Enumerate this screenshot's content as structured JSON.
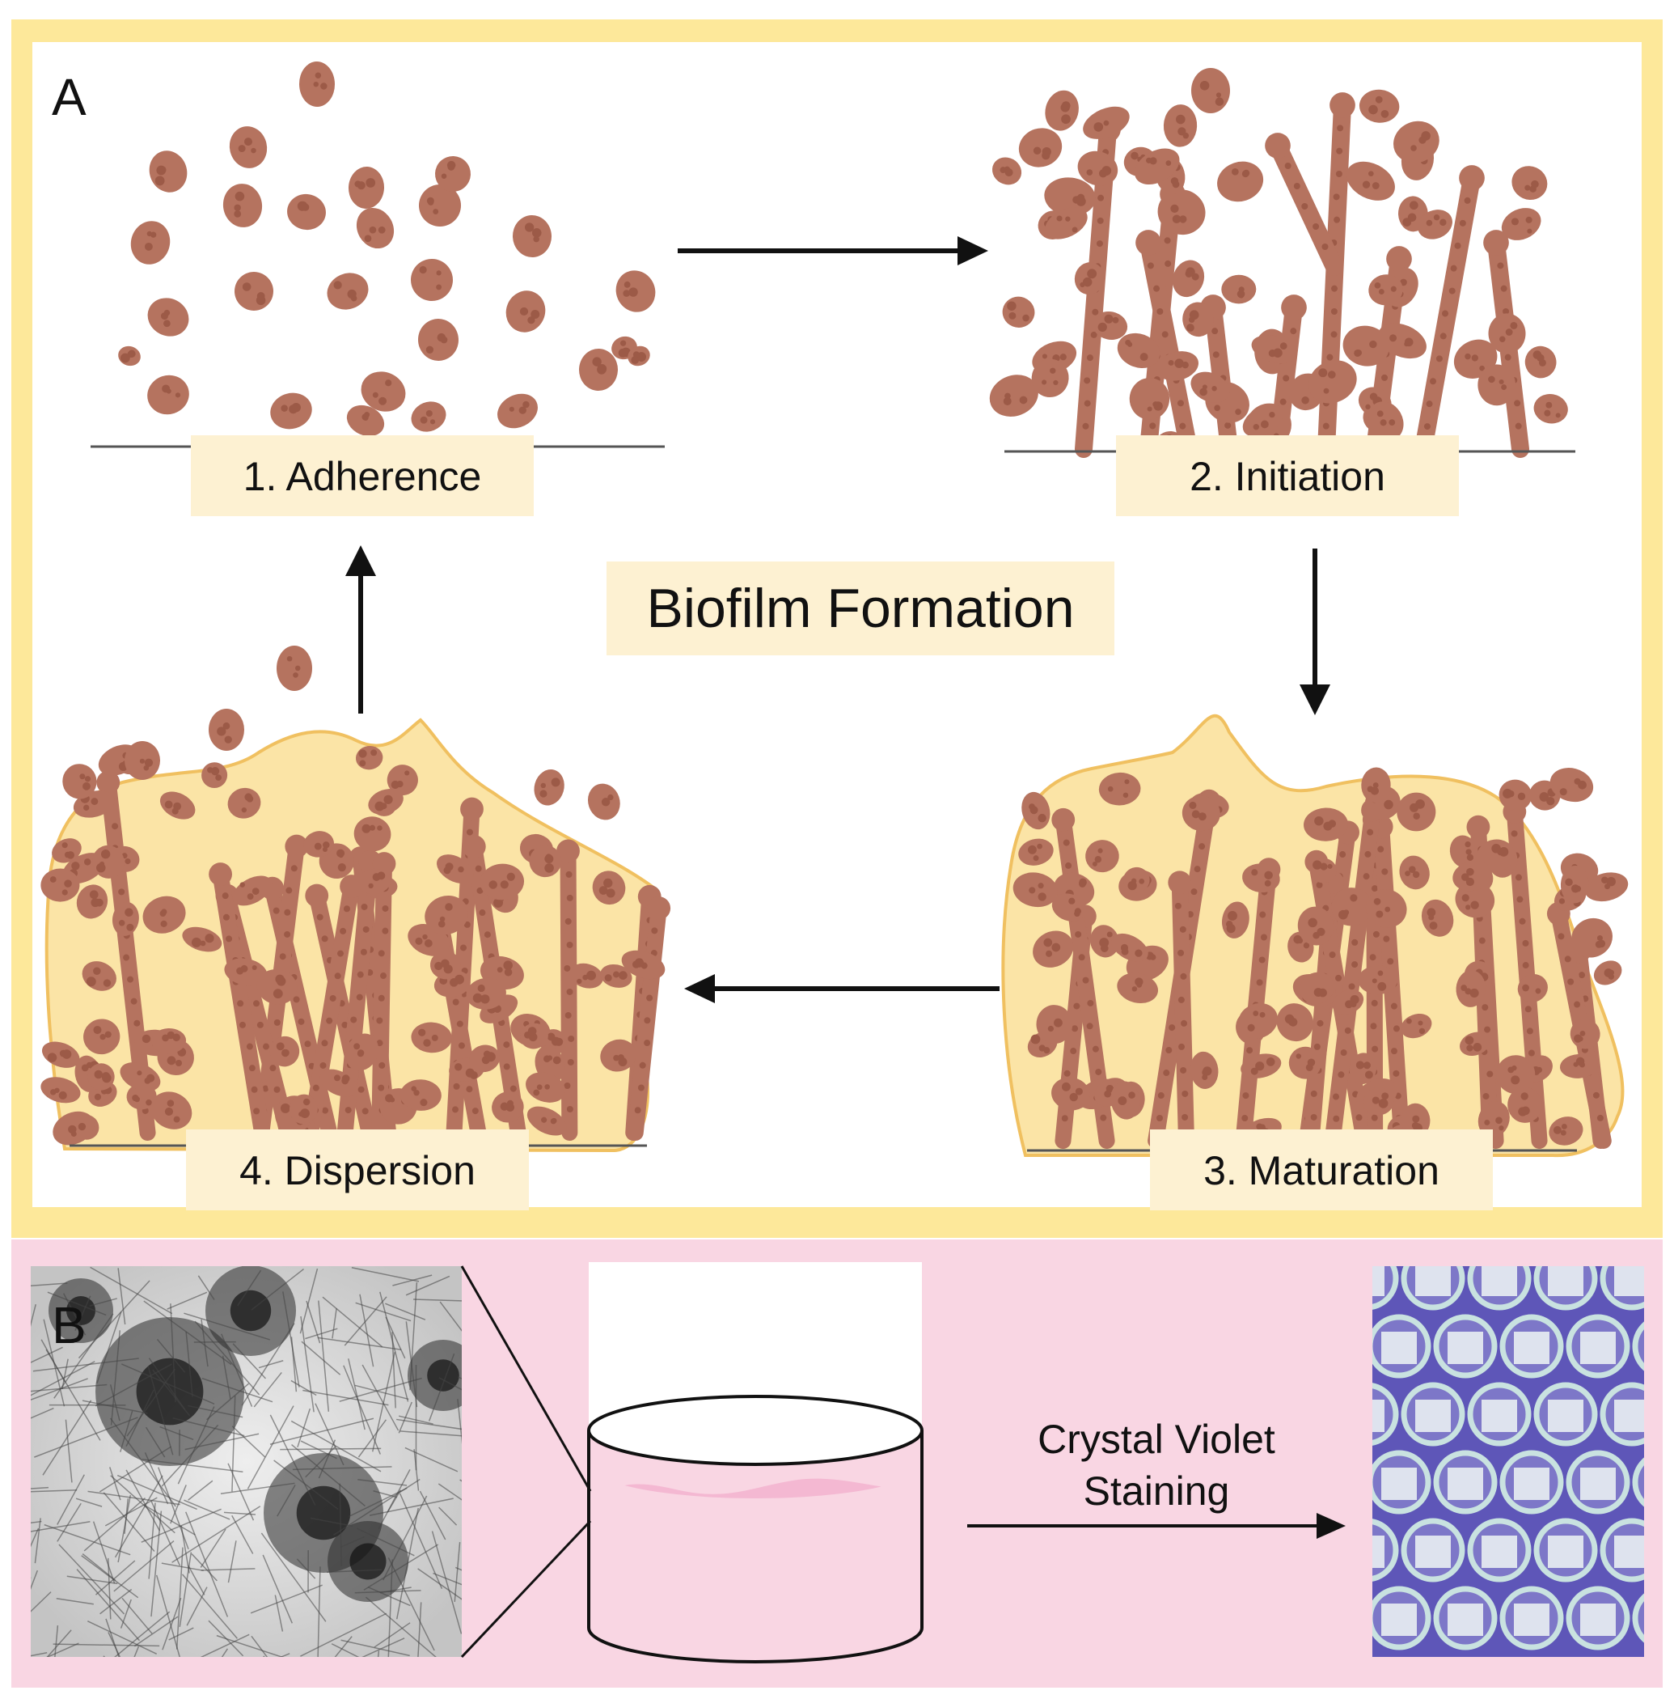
{
  "panel_a": {
    "letter": "A",
    "center_title": "Biofilm Formation",
    "stages": [
      {
        "label": "1. Adherence"
      },
      {
        "label": "2. Initiation"
      },
      {
        "label": "3. Maturation"
      },
      {
        "label": "4. Dispersion"
      }
    ]
  },
  "panel_b": {
    "letter": "B",
    "staining_label_line1": "Crystal Violet",
    "staining_label_line2": "Staining"
  },
  "colors": {
    "panel_a_border": "#fde89a",
    "panel_b_background": "#f9d6e3",
    "label_box": "#fdf1d2",
    "cell": "#b5735f",
    "cell_spot": "#9c5a47",
    "matrix": "#fbe4a6",
    "matrix_edge": "#f0c060",
    "culture_medium": "#f4b8d2",
    "culture_cells": "#d889c2",
    "violet_plate": "#5e56b8",
    "well_ring": "#c9e2e0",
    "arrow": "#111111"
  },
  "icons": {
    "microscopy": "biofilm-micrograph",
    "dish": "petri-dish-icon",
    "plate": "well-plate-image"
  }
}
